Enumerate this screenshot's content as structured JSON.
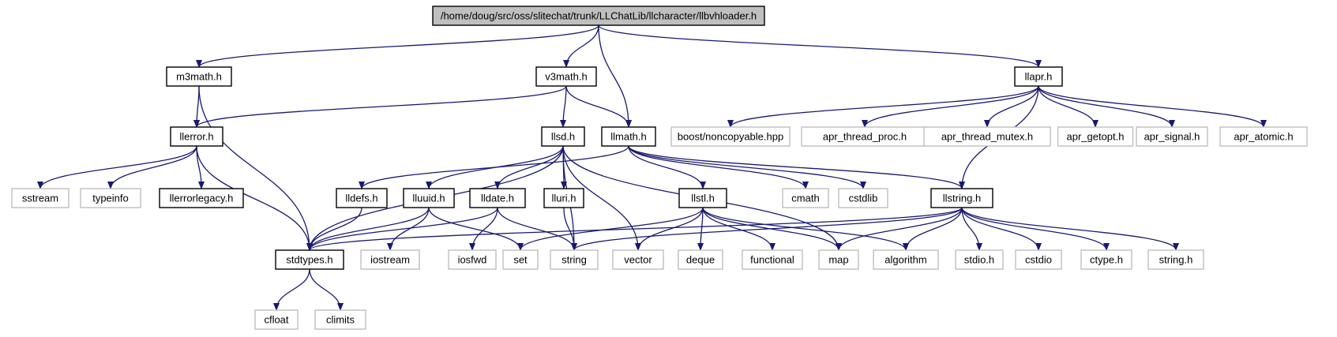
{
  "diagram": {
    "colors": {
      "edge": "#191970",
      "root_fill": "#bfbfbf",
      "root_border": "#000000",
      "node_border": "#000000",
      "external_border": "#bfbfbf"
    },
    "nodes": [
      {
        "id": "root",
        "label": "/home/doug/src/oss/slitechat/trunk/LLChatLib/llcharacter/llbvhloader.h",
        "kind": "root"
      },
      {
        "id": "m3math",
        "label": "m3math.h",
        "kind": "local"
      },
      {
        "id": "v3math",
        "label": "v3math.h",
        "kind": "local"
      },
      {
        "id": "llapr",
        "label": "llapr.h",
        "kind": "local"
      },
      {
        "id": "llerror",
        "label": "llerror.h",
        "kind": "local"
      },
      {
        "id": "llsd",
        "label": "llsd.h",
        "kind": "local"
      },
      {
        "id": "llmath",
        "label": "llmath.h",
        "kind": "local"
      },
      {
        "id": "boost",
        "label": "boost/noncopyable.hpp",
        "kind": "external"
      },
      {
        "id": "atp",
        "label": "apr_thread_proc.h",
        "kind": "external"
      },
      {
        "id": "atm",
        "label": "apr_thread_mutex.h",
        "kind": "external"
      },
      {
        "id": "agetopt",
        "label": "apr_getopt.h",
        "kind": "external"
      },
      {
        "id": "asignal",
        "label": "apr_signal.h",
        "kind": "external"
      },
      {
        "id": "aatomic",
        "label": "apr_atomic.h",
        "kind": "external"
      },
      {
        "id": "sstream",
        "label": "sstream",
        "kind": "external"
      },
      {
        "id": "typeinfo",
        "label": "typeinfo",
        "kind": "external"
      },
      {
        "id": "llerrorlegacy",
        "label": "llerrorlegacy.h",
        "kind": "local"
      },
      {
        "id": "lldefs",
        "label": "lldefs.h",
        "kind": "local"
      },
      {
        "id": "lluuid",
        "label": "lluuid.h",
        "kind": "local"
      },
      {
        "id": "lldate",
        "label": "lldate.h",
        "kind": "local"
      },
      {
        "id": "lluri",
        "label": "lluri.h",
        "kind": "local"
      },
      {
        "id": "llstl",
        "label": "llstl.h",
        "kind": "local"
      },
      {
        "id": "cmath",
        "label": "cmath",
        "kind": "external"
      },
      {
        "id": "cstdlib",
        "label": "cstdlib",
        "kind": "external"
      },
      {
        "id": "llstring",
        "label": "llstring.h",
        "kind": "local"
      },
      {
        "id": "stdtypes",
        "label": "stdtypes.h",
        "kind": "local"
      },
      {
        "id": "iostream",
        "label": "iostream",
        "kind": "external"
      },
      {
        "id": "iosfwd",
        "label": "iosfwd",
        "kind": "external"
      },
      {
        "id": "set",
        "label": "set",
        "kind": "external"
      },
      {
        "id": "string",
        "label": "string",
        "kind": "external"
      },
      {
        "id": "vector",
        "label": "vector",
        "kind": "external"
      },
      {
        "id": "deque",
        "label": "deque",
        "kind": "external"
      },
      {
        "id": "functional",
        "label": "functional",
        "kind": "external"
      },
      {
        "id": "map",
        "label": "map",
        "kind": "external"
      },
      {
        "id": "algorithm",
        "label": "algorithm",
        "kind": "external"
      },
      {
        "id": "stdio",
        "label": "stdio.h",
        "kind": "external"
      },
      {
        "id": "cstdio",
        "label": "cstdio",
        "kind": "external"
      },
      {
        "id": "ctype",
        "label": "ctype.h",
        "kind": "external"
      },
      {
        "id": "stringh",
        "label": "string.h",
        "kind": "external"
      },
      {
        "id": "cfloat",
        "label": "cfloat",
        "kind": "external"
      },
      {
        "id": "climits",
        "label": "climits",
        "kind": "external"
      }
    ],
    "edges": [
      [
        "root",
        "m3math"
      ],
      [
        "root",
        "v3math"
      ],
      [
        "root",
        "llmath"
      ],
      [
        "root",
        "llapr"
      ],
      [
        "m3math",
        "llerror"
      ],
      [
        "m3math",
        "stdtypes"
      ],
      [
        "v3math",
        "llerror"
      ],
      [
        "v3math",
        "llsd"
      ],
      [
        "v3math",
        "llmath"
      ],
      [
        "llapr",
        "boost"
      ],
      [
        "llapr",
        "atp"
      ],
      [
        "llapr",
        "atm"
      ],
      [
        "llapr",
        "agetopt"
      ],
      [
        "llapr",
        "asignal"
      ],
      [
        "llapr",
        "aatomic"
      ],
      [
        "llapr",
        "llstring"
      ],
      [
        "llerror",
        "sstream"
      ],
      [
        "llerror",
        "typeinfo"
      ],
      [
        "llerror",
        "llerrorlegacy"
      ],
      [
        "llerror",
        "stdtypes"
      ],
      [
        "llsd",
        "stdtypes"
      ],
      [
        "llsd",
        "lluuid"
      ],
      [
        "llsd",
        "lldate"
      ],
      [
        "llsd",
        "lluri"
      ],
      [
        "llsd",
        "string"
      ],
      [
        "llsd",
        "vector"
      ],
      [
        "llsd",
        "map"
      ],
      [
        "llmath",
        "lldefs"
      ],
      [
        "llmath",
        "llstl"
      ],
      [
        "llmath",
        "cmath"
      ],
      [
        "llmath",
        "cstdlib"
      ],
      [
        "llmath",
        "llstring"
      ],
      [
        "lldefs",
        "stdtypes"
      ],
      [
        "lluuid",
        "stdtypes"
      ],
      [
        "lluuid",
        "iostream"
      ],
      [
        "lluuid",
        "set"
      ],
      [
        "lldate",
        "stdtypes"
      ],
      [
        "lldate",
        "iosfwd"
      ],
      [
        "lldate",
        "string"
      ],
      [
        "lluri",
        "string"
      ],
      [
        "llstl",
        "set"
      ],
      [
        "llstl",
        "vector"
      ],
      [
        "llstl",
        "deque"
      ],
      [
        "llstl",
        "functional"
      ],
      [
        "llstl",
        "map"
      ],
      [
        "llstl",
        "algorithm"
      ],
      [
        "llstring",
        "stdtypes"
      ],
      [
        "llstring",
        "string"
      ],
      [
        "llstring",
        "map"
      ],
      [
        "llstring",
        "algorithm"
      ],
      [
        "llstring",
        "stdio"
      ],
      [
        "llstring",
        "cstdio"
      ],
      [
        "llstring",
        "ctype"
      ],
      [
        "llstring",
        "stringh"
      ],
      [
        "stdtypes",
        "cfloat"
      ],
      [
        "stdtypes",
        "climits"
      ]
    ]
  }
}
